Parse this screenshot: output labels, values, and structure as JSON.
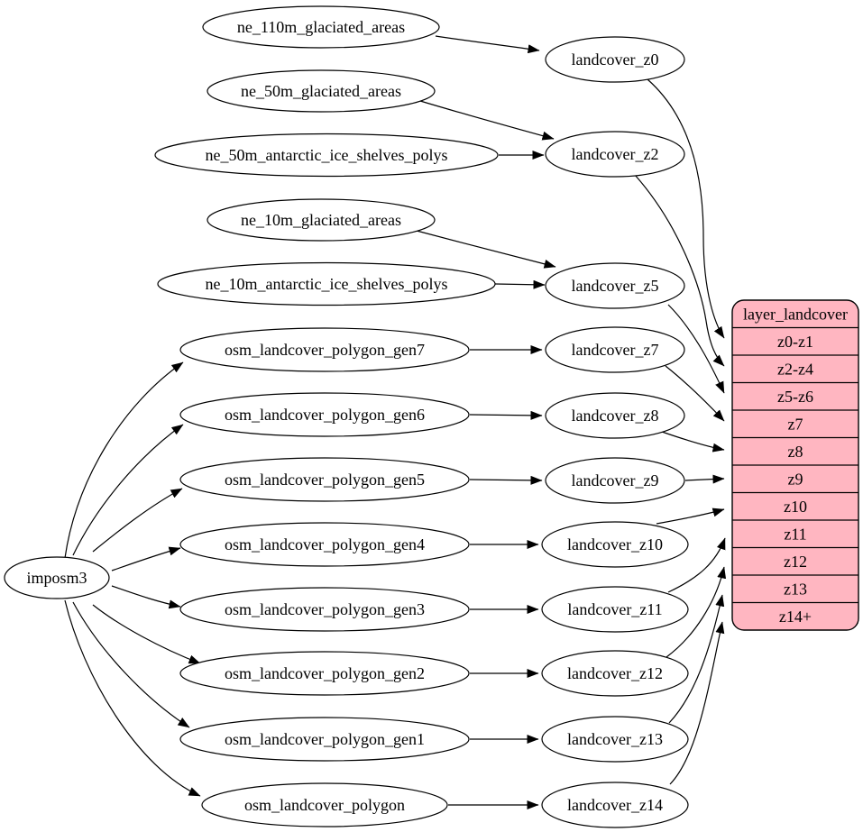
{
  "colors": {
    "background": "#ffffff",
    "node_fill": "#ffffff",
    "node_stroke": "#000000",
    "edge_color": "#000000",
    "record_fill": "#ffb6c1"
  },
  "nodes": [
    {
      "label": "imposm3"
    },
    {
      "label": "ne_110m_glaciated_areas"
    },
    {
      "label": "ne_50m_glaciated_areas"
    },
    {
      "label": "ne_50m_antarctic_ice_shelves_polys"
    },
    {
      "label": "ne_10m_glaciated_areas"
    },
    {
      "label": "ne_10m_antarctic_ice_shelves_polys"
    },
    {
      "label": "osm_landcover_polygon_gen7"
    },
    {
      "label": "osm_landcover_polygon_gen6"
    },
    {
      "label": "osm_landcover_polygon_gen5"
    },
    {
      "label": "osm_landcover_polygon_gen4"
    },
    {
      "label": "osm_landcover_polygon_gen3"
    },
    {
      "label": "osm_landcover_polygon_gen2"
    },
    {
      "label": "osm_landcover_polygon_gen1"
    },
    {
      "label": "osm_landcover_polygon"
    },
    {
      "label": "landcover_z0"
    },
    {
      "label": "landcover_z2"
    },
    {
      "label": "landcover_z5"
    },
    {
      "label": "landcover_z7"
    },
    {
      "label": "landcover_z8"
    },
    {
      "label": "landcover_z9"
    },
    {
      "label": "landcover_z10"
    },
    {
      "label": "landcover_z11"
    },
    {
      "label": "landcover_z12"
    },
    {
      "label": "landcover_z13"
    },
    {
      "label": "landcover_z14"
    }
  ],
  "record": {
    "title": "layer_landcover",
    "rows": [
      "z0-z1",
      "z2-z4",
      "z5-z6",
      "z7",
      "z8",
      "z9",
      "z10",
      "z11",
      "z12",
      "z13",
      "z14+"
    ]
  },
  "edges": [
    {
      "from": "imposm3",
      "to": "osm_landcover_polygon_gen7"
    },
    {
      "from": "imposm3",
      "to": "osm_landcover_polygon_gen6"
    },
    {
      "from": "imposm3",
      "to": "osm_landcover_polygon_gen5"
    },
    {
      "from": "imposm3",
      "to": "osm_landcover_polygon_gen4"
    },
    {
      "from": "imposm3",
      "to": "osm_landcover_polygon_gen3"
    },
    {
      "from": "imposm3",
      "to": "osm_landcover_polygon_gen2"
    },
    {
      "from": "imposm3",
      "to": "osm_landcover_polygon_gen1"
    },
    {
      "from": "imposm3",
      "to": "osm_landcover_polygon"
    },
    {
      "from": "ne_110m_glaciated_areas",
      "to": "landcover_z0"
    },
    {
      "from": "ne_50m_glaciated_areas",
      "to": "landcover_z2"
    },
    {
      "from": "ne_50m_antarctic_ice_shelves_polys",
      "to": "landcover_z2"
    },
    {
      "from": "ne_10m_glaciated_areas",
      "to": "landcover_z5"
    },
    {
      "from": "ne_10m_antarctic_ice_shelves_polys",
      "to": "landcover_z5"
    },
    {
      "from": "osm_landcover_polygon_gen7",
      "to": "landcover_z7"
    },
    {
      "from": "osm_landcover_polygon_gen6",
      "to": "landcover_z8"
    },
    {
      "from": "osm_landcover_polygon_gen5",
      "to": "landcover_z9"
    },
    {
      "from": "osm_landcover_polygon_gen4",
      "to": "landcover_z10"
    },
    {
      "from": "osm_landcover_polygon_gen3",
      "to": "landcover_z11"
    },
    {
      "from": "osm_landcover_polygon_gen2",
      "to": "landcover_z12"
    },
    {
      "from": "osm_landcover_polygon_gen1",
      "to": "landcover_z13"
    },
    {
      "from": "osm_landcover_polygon",
      "to": "landcover_z14"
    },
    {
      "from": "landcover_z0",
      "to": "layer_landcover:z0-z1"
    },
    {
      "from": "landcover_z2",
      "to": "layer_landcover:z2-z4"
    },
    {
      "from": "landcover_z5",
      "to": "layer_landcover:z5-z6"
    },
    {
      "from": "landcover_z7",
      "to": "layer_landcover:z7"
    },
    {
      "from": "landcover_z8",
      "to": "layer_landcover:z8"
    },
    {
      "from": "landcover_z9",
      "to": "layer_landcover:z9"
    },
    {
      "from": "landcover_z10",
      "to": "layer_landcover:z10"
    },
    {
      "from": "landcover_z11",
      "to": "layer_landcover:z11"
    },
    {
      "from": "landcover_z12",
      "to": "layer_landcover:z12"
    },
    {
      "from": "landcover_z13",
      "to": "layer_landcover:z13"
    },
    {
      "from": "landcover_z14",
      "to": "layer_landcover:z14+"
    }
  ]
}
